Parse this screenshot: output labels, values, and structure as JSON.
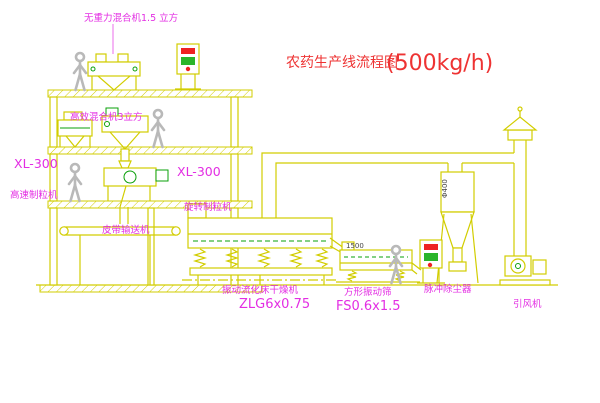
{
  "title": {
    "name": "农药生产线流程图",
    "capacity": "(500kg/h)"
  },
  "labels": {
    "top_mixer": "无重力混合机1.5 立方",
    "floor2_mixer": "高效混合机3立方",
    "xl300_left": "XL-300",
    "granulator_left": "高速制粒机",
    "xl300_mid": "XL-300",
    "granulator_mid": "旋转制粒机",
    "belt_conveyor": "皮带输送机",
    "dryer_name": "振动流化床干燥机",
    "dryer_model": "ZLG6x0.75",
    "screen_name": "方形振动筛",
    "screen_model": "FS0.6x1.5",
    "dust_collector": "脉冲除尘器",
    "fan": "引风机"
  },
  "dimensions": {
    "duct": "Φ400",
    "screen_feed": "1500"
  },
  "colors": {
    "line_yellow": "#d2cd00",
    "detail_green": "#0aa00a",
    "label_magenta": "#e32ee3",
    "title_red": "#ee3333",
    "accent_red": "#ee2222"
  }
}
